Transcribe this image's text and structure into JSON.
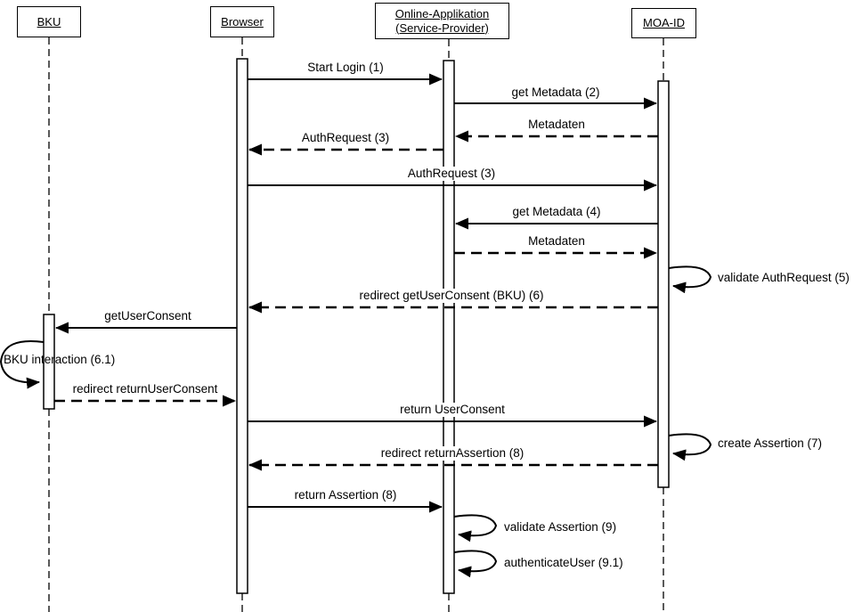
{
  "diagram": {
    "kind": "UML sequence diagram",
    "colors": {
      "line": "#000000",
      "background": "#ffffff"
    },
    "actors": [
      {
        "name": "BKU"
      },
      {
        "name": "Browser"
      },
      {
        "name": "Online-Applikation (Service-Provider)"
      },
      {
        "name": "MOA-ID"
      }
    ],
    "messages": [
      {
        "label": "Start Login (1)",
        "from": "Browser",
        "to": "Online-Applikation (Service-Provider)",
        "line": "solid",
        "direction": "right"
      },
      {
        "label": "get Metadata (2)",
        "from": "Online-Applikation (Service-Provider)",
        "to": "MOA-ID",
        "line": "solid",
        "direction": "right"
      },
      {
        "label": "Metadaten",
        "from": "MOA-ID",
        "to": "Online-Applikation (Service-Provider)",
        "line": "dashed",
        "direction": "left"
      },
      {
        "label": "AuthRequest (3)",
        "from": "Online-Applikation (Service-Provider)",
        "to": "Browser",
        "line": "dashed",
        "direction": "left"
      },
      {
        "label": "AuthRequest (3)",
        "from": "Browser",
        "to": "MOA-ID",
        "line": "solid",
        "direction": "right"
      },
      {
        "label": "get Metadata (4)",
        "from": "MOA-ID",
        "to": "Online-Applikation (Service-Provider)",
        "line": "solid",
        "direction": "left"
      },
      {
        "label": "Metadaten",
        "from": "Online-Applikation (Service-Provider)",
        "to": "MOA-ID",
        "line": "dashed",
        "direction": "right"
      },
      {
        "label": "validate AuthRequest (5)",
        "from": "MOA-ID",
        "to": "MOA-ID",
        "line": "self-loop"
      },
      {
        "label": "redirect getUserConsent (BKU) (6)",
        "from": "MOA-ID",
        "to": "Browser",
        "line": "dashed",
        "direction": "left"
      },
      {
        "label": "getUserConsent",
        "from": "Browser",
        "to": "BKU",
        "line": "solid",
        "direction": "left"
      },
      {
        "label": "BKU interaction (6.1)",
        "from": "BKU",
        "to": "BKU",
        "line": "self-loop"
      },
      {
        "label": "redirect returnUserConsent",
        "from": "BKU",
        "to": "Browser",
        "line": "dashed",
        "direction": "right"
      },
      {
        "label": "return UserConsent",
        "from": "Browser",
        "to": "MOA-ID",
        "line": "solid",
        "direction": "right"
      },
      {
        "label": "create Assertion (7)",
        "from": "MOA-ID",
        "to": "MOA-ID",
        "line": "self-loop"
      },
      {
        "label": "redirect returnAssertion (8)",
        "from": "MOA-ID",
        "to": "Browser",
        "line": "dashed",
        "direction": "left"
      },
      {
        "label": "return Assertion (8)",
        "from": "Browser",
        "to": "Online-Applikation (Service-Provider)",
        "line": "solid",
        "direction": "right"
      },
      {
        "label": "validate Assertion (9)",
        "from": "Online-Applikation (Service-Provider)",
        "to": "Online-Applikation (Service-Provider)",
        "line": "self-loop"
      },
      {
        "label": "authenticateUser (9.1)",
        "from": "Online-Applikation (Service-Provider)",
        "to": "Online-Applikation (Service-Provider)",
        "line": "self-loop"
      }
    ]
  }
}
